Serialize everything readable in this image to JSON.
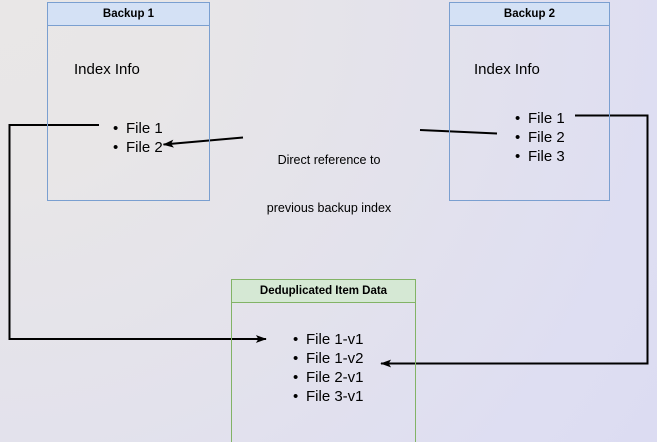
{
  "diagram": {
    "title_semantic": "backup-deduplication-reference-diagram",
    "colors": {
      "blue_border": "#7a9fd0",
      "blue_header_fill": "#d4e1f5",
      "green_border": "#82b366",
      "green_header_fill": "#d5e8d4",
      "connector": "#000000",
      "background_start": "#e9e7e7",
      "background_end": "#dcdcf2"
    },
    "boxes": [
      {
        "id": "backup1",
        "header": "Backup 1",
        "subtitle": "Index Info",
        "items": [
          "File 1",
          "File 2"
        ]
      },
      {
        "id": "backup2",
        "header": "Backup 2",
        "subtitle": "Index Info",
        "items": [
          "File 1",
          "File 2",
          "File 3"
        ]
      },
      {
        "id": "dedup",
        "header": "Deduplicated Item Data",
        "items": [
          "File 1-v1",
          "File 1-v2",
          "File 2-v1",
          "File 3-v1"
        ]
      }
    ],
    "caption": {
      "line1": "Direct reference to",
      "line2": "previous backup index"
    }
  }
}
